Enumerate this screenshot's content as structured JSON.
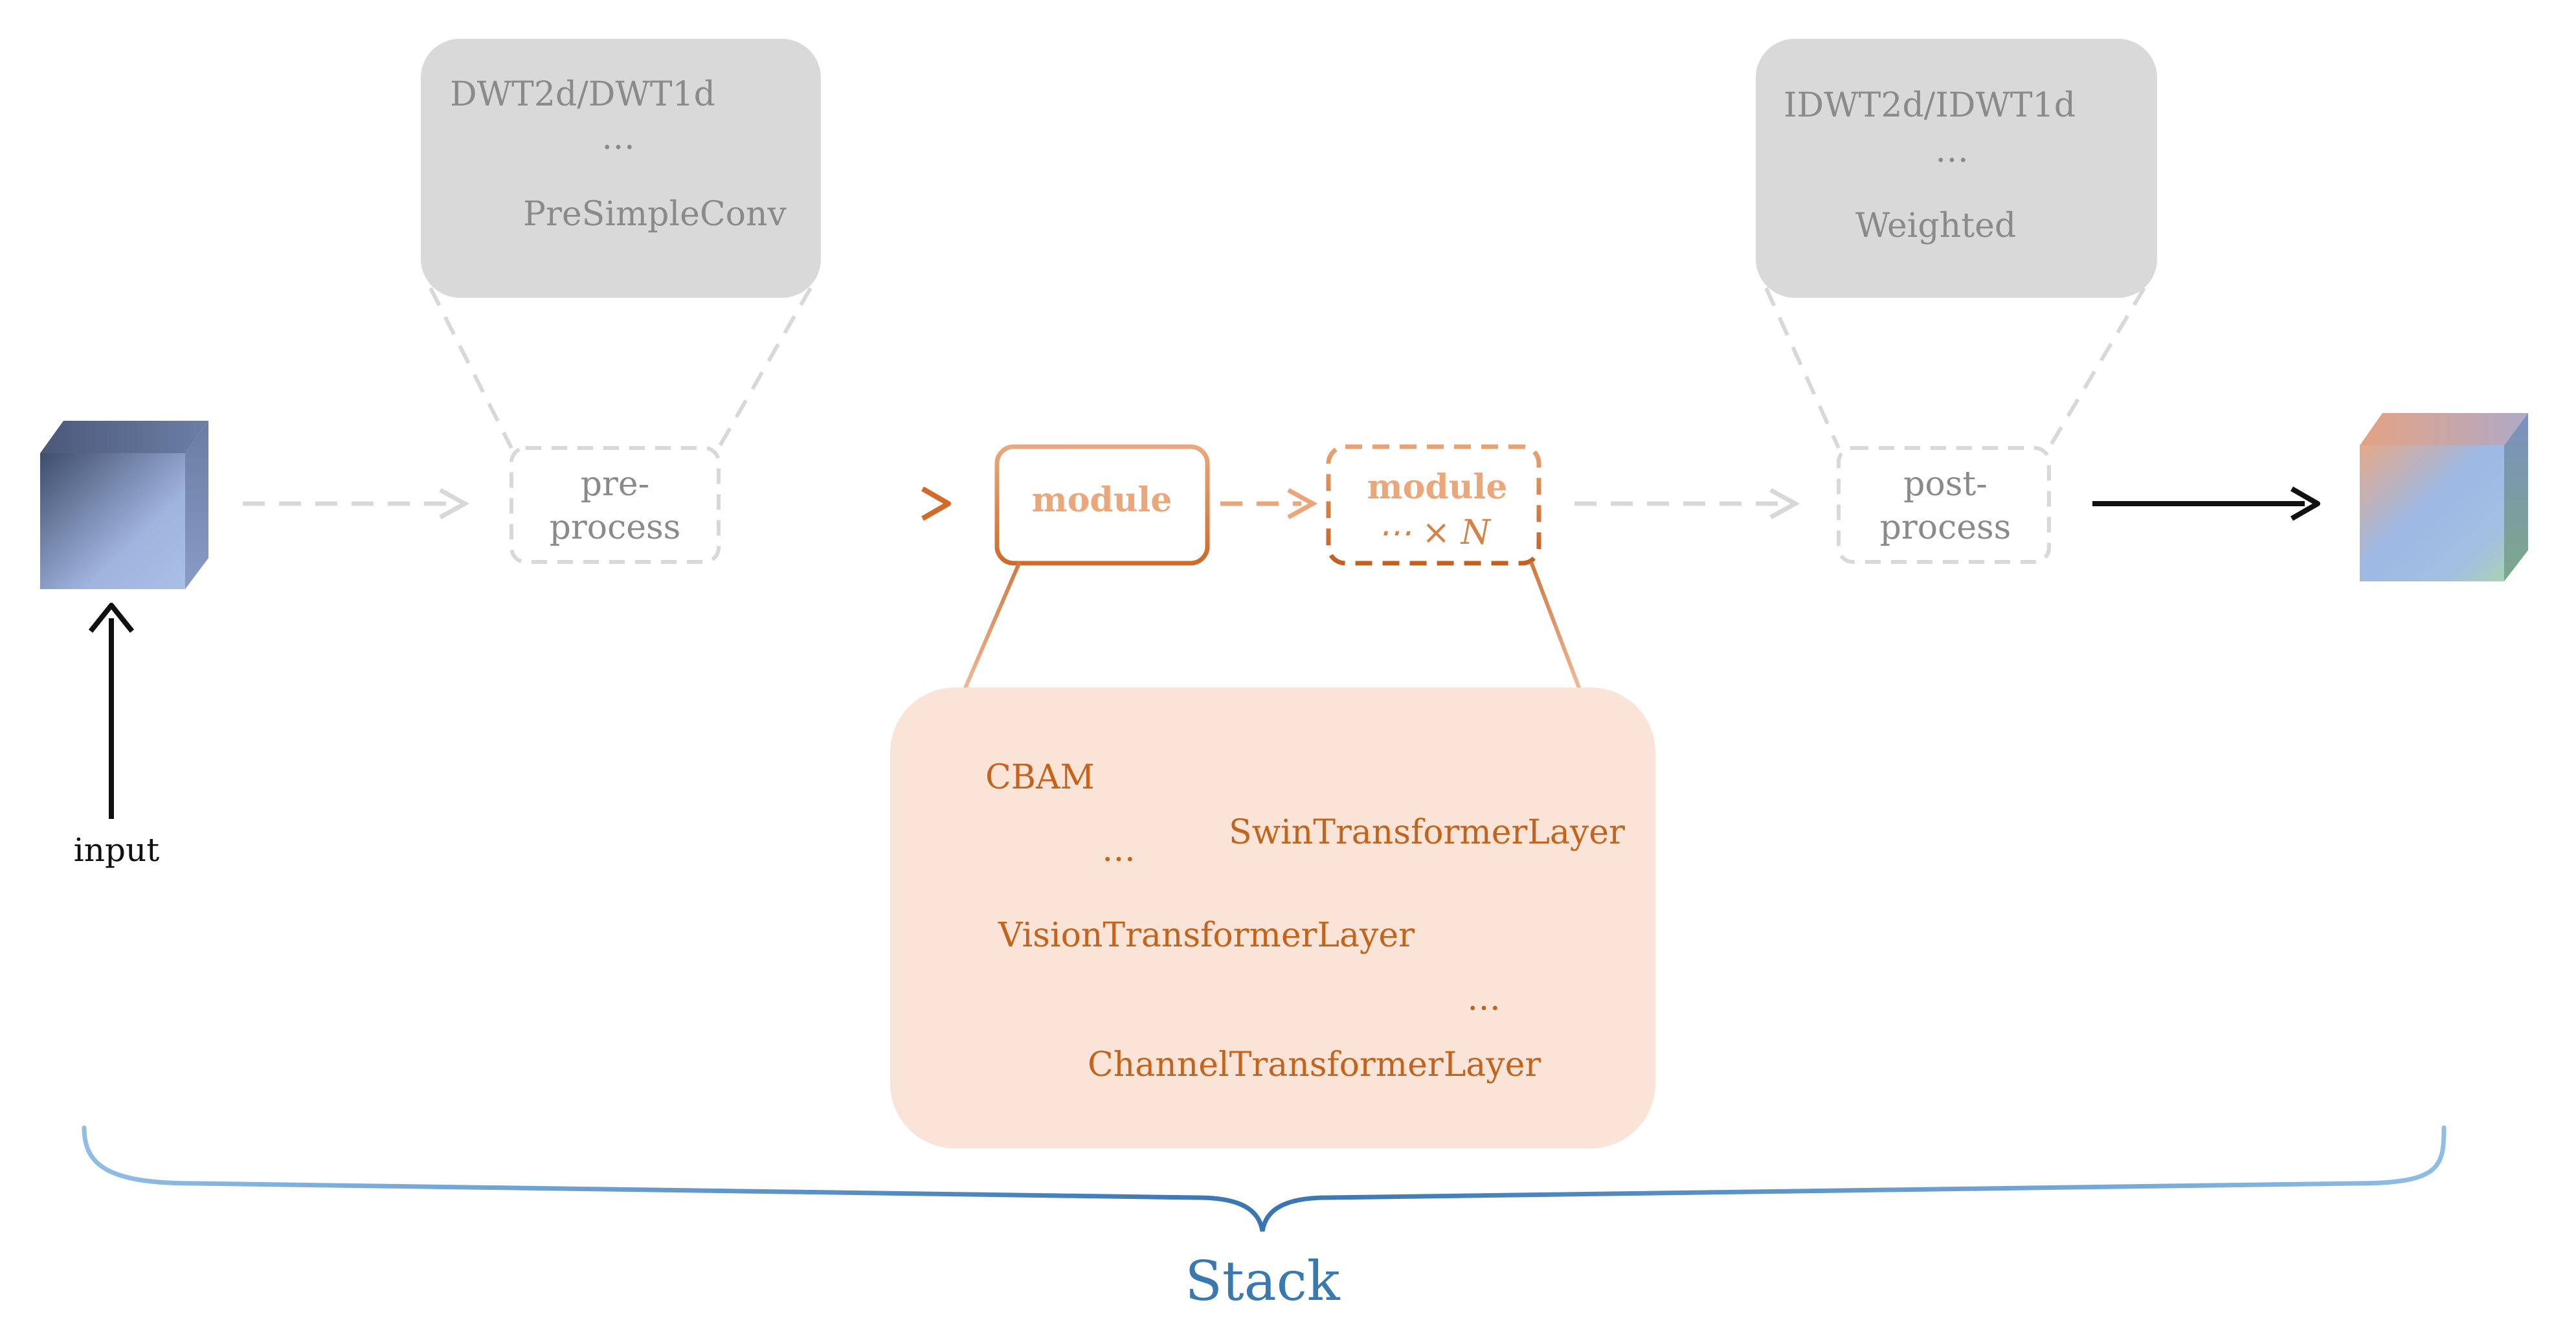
{
  "colors": {
    "gray_box": "#d9d9d9",
    "gray_text": "#8a8a8a",
    "gray_dash": "#d8d8d8",
    "orange_box": "#fae4d7",
    "orange_text": "#c4631c",
    "orange_stroke": "#d1753a",
    "stack_blue": "#3a78b0",
    "black": "#111111"
  },
  "input_label": "input",
  "preprocess": {
    "label_line1": "pre-",
    "label_line2": "process",
    "options": [
      "DWT2d/DWT1d",
      "…",
      "PreSimpleConv"
    ]
  },
  "module": {
    "label": "module",
    "repeat_label": "module",
    "repeat_suffix": "⋯ × N"
  },
  "module_options": [
    "CBAM",
    "…",
    "SwinTransformerLayer",
    "VisionTransformerLayer",
    "…",
    "ChannelTransformerLayer"
  ],
  "postprocess": {
    "label_line1": "post-",
    "label_line2": "process",
    "options": [
      "IDWT2d/IDWT1d",
      "…",
      "Weighted"
    ]
  },
  "stack_label": "Stack"
}
